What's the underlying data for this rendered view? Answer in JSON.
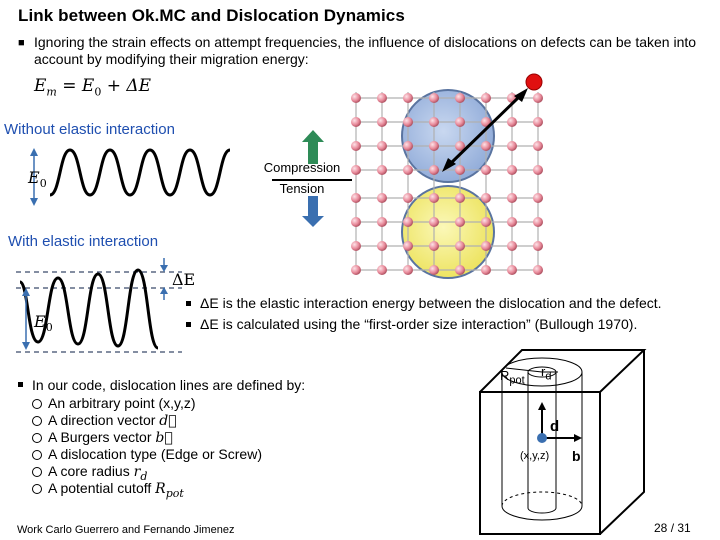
{
  "slide": {
    "title": "Link between Ok.MC and Dislocation Dynamics",
    "intro_bullet": "Ignoring the strain effects on attempt frequencies, the influence of dislocations on defects can be taken into account by modifying their migration energy:",
    "equation": "E",
    "equation_sub": "m",
    "equation_rest": " = E",
    "equation_rest_sub": "0",
    "equation_tail": " + ΔE",
    "label_without": "Without elastic interaction",
    "label_with": "With elastic interaction",
    "label_compression": "Compression",
    "label_tension": "Tension",
    "e0_top": "E",
    "e0_top_sub": "0",
    "e0_bottom": "E",
    "e0_bottom_sub": "0",
    "delta_e": "ΔE",
    "right_bullets": [
      "ΔE is the elastic interaction energy between the dislocation and the defect.",
      "ΔE is calculated using the “first-order size interaction” (Bullough 1970)."
    ],
    "main_bullet": "In our code, dislocation lines are defined by:",
    "sub_items": [
      {
        "text": "An arbitrary point (x,y,z)",
        "sym": ""
      },
      {
        "text": "A direction vector ",
        "sym": "d⃗"
      },
      {
        "text": "A Burgers vector ",
        "sym": "b⃗"
      },
      {
        "text": "A dislocation type (Edge or Screw)",
        "sym": ""
      },
      {
        "text": "A core radius ",
        "sym": "r",
        "sym_sub": "d"
      },
      {
        "text": "A potential cutoff ",
        "sym": "R",
        "sym_sub": "pot"
      }
    ],
    "cyl_rpot": "R",
    "cyl_rpot_sub": "pot",
    "cyl_rd": "r",
    "cyl_rd_sub": "d",
    "cyl_d": "d",
    "cyl_point": "(x,y,z)",
    "cyl_b": "b",
    "footer": "Work Carlo Guerrero and Fernando Jimenez",
    "page_current": "28",
    "page_sep": " / ",
    "page_total": "31"
  },
  "colors": {
    "label_blue": "#1f4fb0",
    "arrow_green": "#2e8b57",
    "arrow_blue": "#3a6fb0",
    "sphere_blue": "#9fb8df",
    "sphere_yellow": "#f3ee7a",
    "atom_pink": "#e88a9a",
    "defect_red": "#e01010"
  }
}
